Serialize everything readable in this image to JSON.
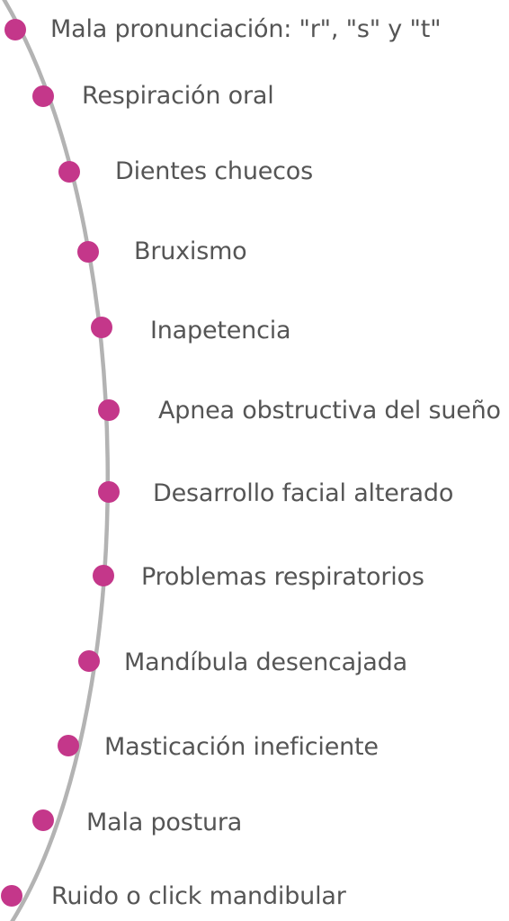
{
  "items": [
    {
      "label": "Mala pronunciación: \"r\", \"s\" y \"t\""
    },
    {
      "label": "Respiración oral"
    },
    {
      "label": "Dientes chuecos"
    },
    {
      "label": "Bruxismo"
    },
    {
      "label": "Inapetencia"
    },
    {
      "label": "Apnea obstructiva del sueño"
    },
    {
      "label": "Desarrollo facial alterado"
    },
    {
      "label": "Problemas respiratorios"
    },
    {
      "label": "Mandíbula desencajada"
    },
    {
      "label": "Masticación ineficiente"
    },
    {
      "label": "Mala postura"
    },
    {
      "label": "Ruido o click mandibular"
    }
  ],
  "colors": {
    "curve": "#b3b3b3",
    "dot": "#c4378a",
    "text": "#555555"
  }
}
